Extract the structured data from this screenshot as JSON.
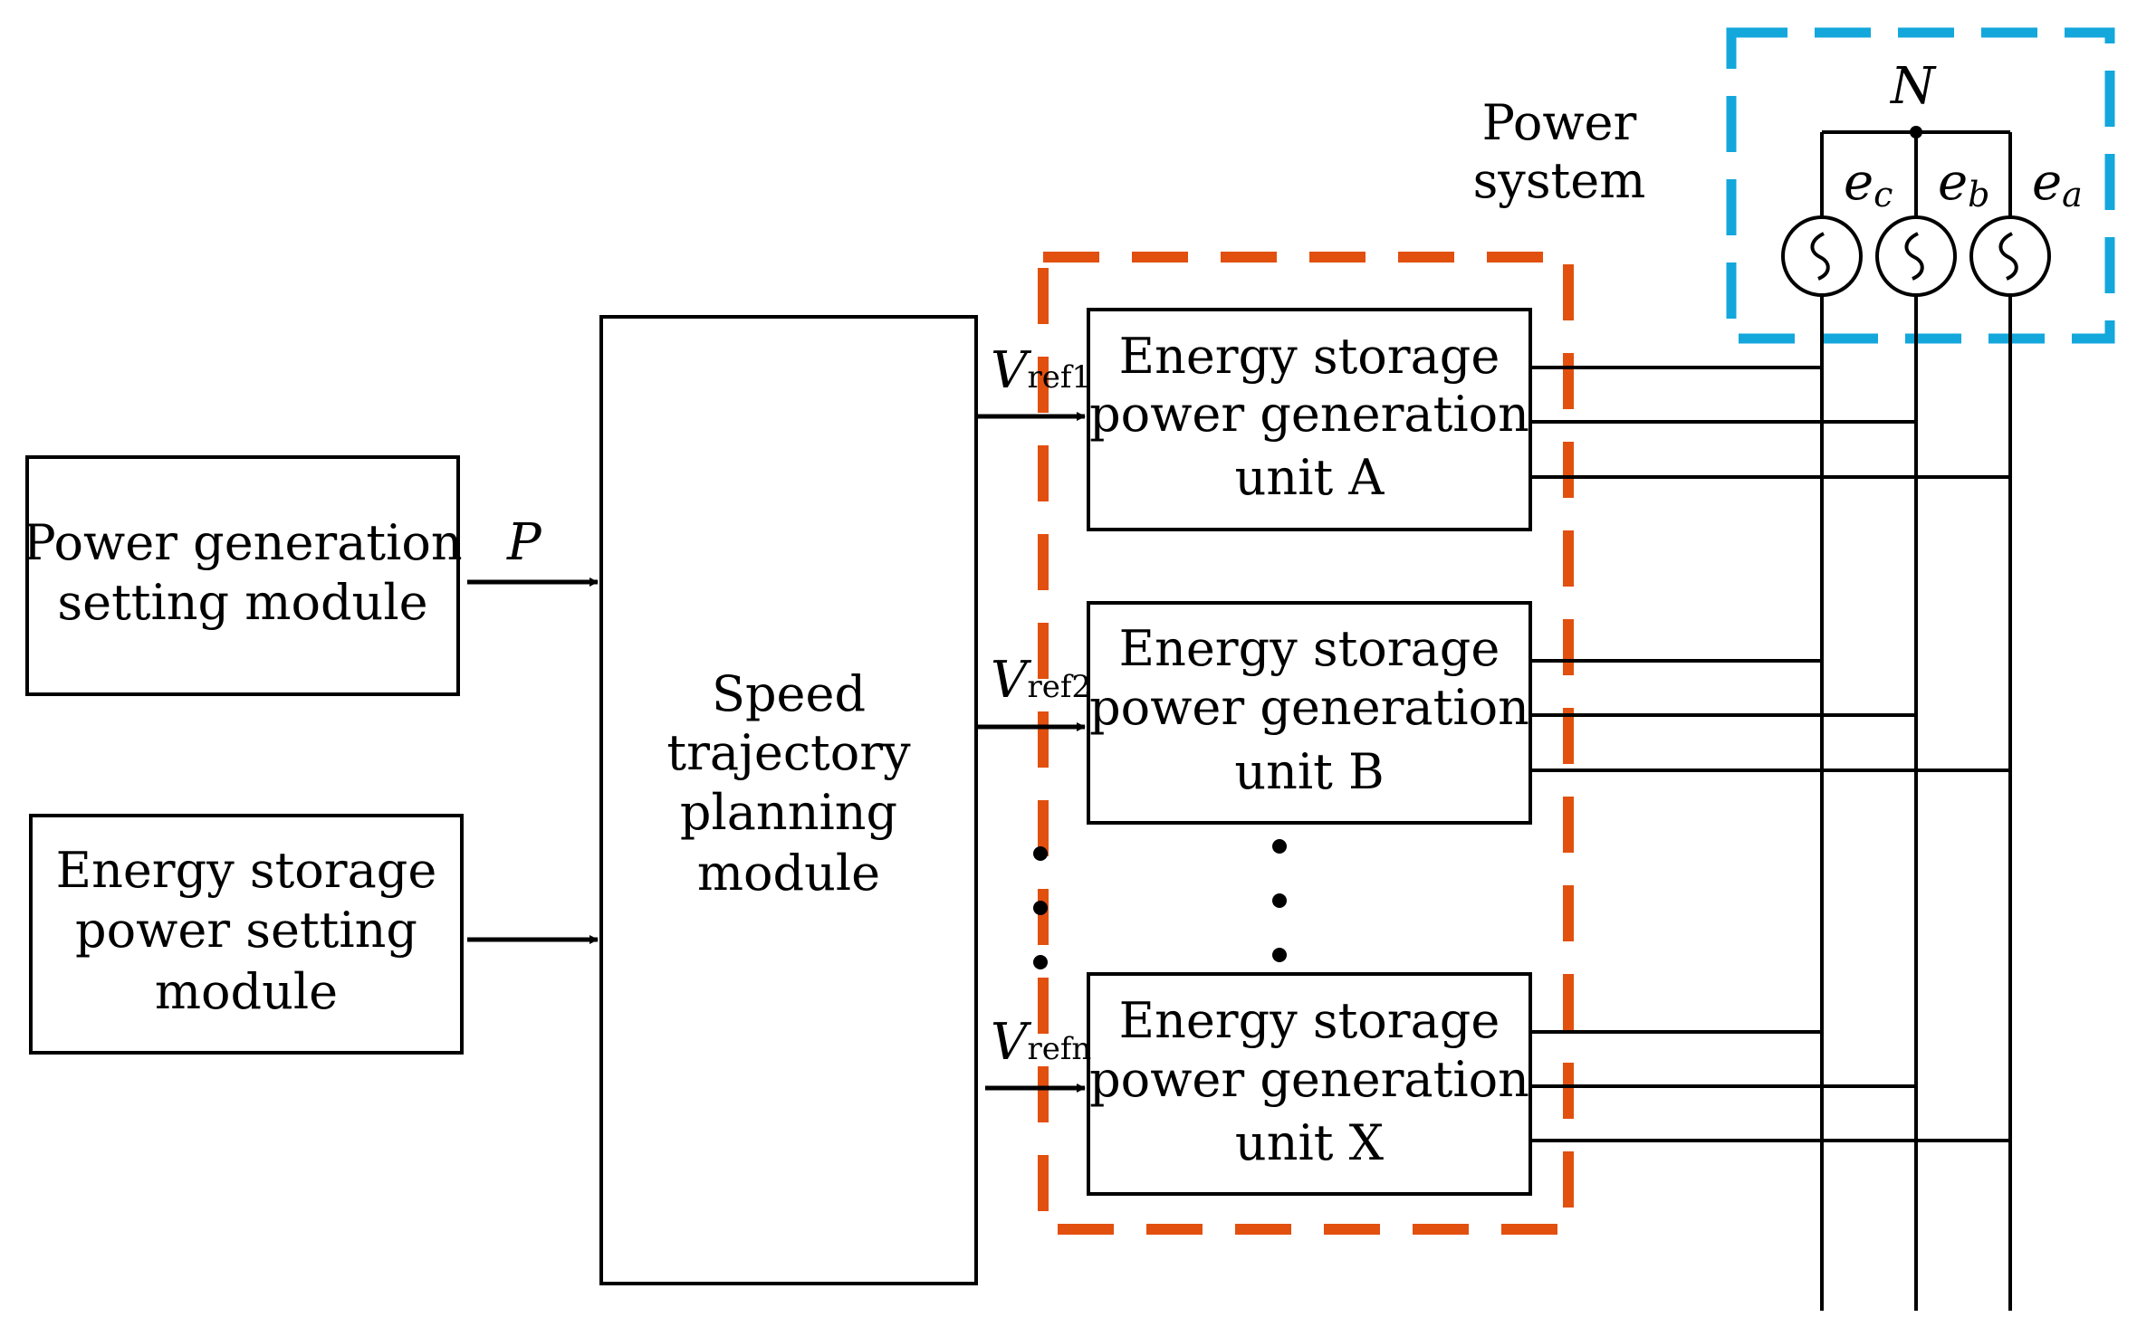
{
  "modules": {
    "power_gen_setting": [
      "Power generation",
      "setting module"
    ],
    "energy_storage_setting": [
      "Energy storage",
      "power setting",
      "module"
    ],
    "speed_trajectory": [
      "Speed",
      "trajectory",
      "planning",
      "module"
    ]
  },
  "units": [
    {
      "lines": [
        "Energy storage",
        "power generation",
        "unit A"
      ],
      "ref_main": "V",
      "ref_sub": "ref1"
    },
    {
      "lines": [
        "Energy storage",
        "power generation",
        "unit B"
      ],
      "ref_main": "V",
      "ref_sub": "ref2"
    },
    {
      "lines": [
        "Energy storage",
        "power generation",
        "unit X"
      ],
      "ref_main": "V",
      "ref_sub": "refn"
    }
  ],
  "signals": {
    "power_input": "P"
  },
  "power_system": {
    "label": [
      "Power",
      "system"
    ],
    "neutral": "N",
    "sources": [
      {
        "main": "e",
        "sub": "c"
      },
      {
        "main": "e",
        "sub": "b"
      },
      {
        "main": "e",
        "sub": "a"
      }
    ]
  },
  "colors": {
    "units_group_border": "#E2500F",
    "power_system_border": "#13A7DC"
  }
}
